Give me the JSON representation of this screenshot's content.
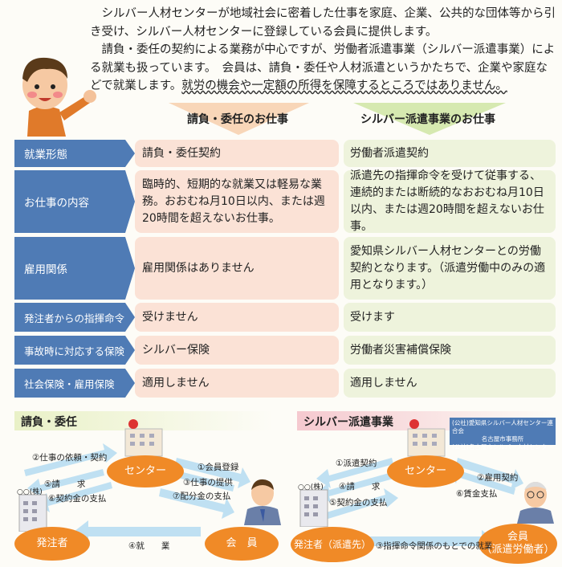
{
  "intro": {
    "para1": "シルバー人材センターが地域社会に密着した仕事を家庭、企業、公共的な団体等から引き受け、シルバー人材センターに登録している会員に提供します。",
    "para2_a": "請負・委任の契約による業務が中心ですが、労働者派遣事業（シルバー派遣事業）による就業も扱っています。　会員は、請負・委任や人材派遣というかたちで、企業や家庭などで就業します。",
    "para2_b": "就労の機会や一定額の所得を保障するところではありません。"
  },
  "columns": {
    "col1": "請負・委任のお仕事",
    "col2": "シルバー派遣事業のお仕事"
  },
  "rows": [
    {
      "label": "就業形態",
      "col1": "請負・委任契約",
      "col2": "労働者派遣契約"
    },
    {
      "label": "お仕事の内容",
      "col1": "臨時的、短期的な就業又は軽易な業務。おおむね月10日以内、または週20時間を超えないお仕事。",
      "col2": "派遣先の指揮命令を受けて従事する、連続的または断続的なおおむね月10日以内、または週20時間を超えないお仕事。"
    },
    {
      "label": "雇用関係",
      "col1": "雇用関係はありません",
      "col2": "愛知県シルバー人材センターとの労働契約となります。（派遣労働中のみの適用となります。）"
    },
    {
      "label": "発注者からの指揮命令",
      "col1": "受けません",
      "col2": "受けます"
    },
    {
      "label": "事故時に対応する保険",
      "col1": "シルバー保険",
      "col2": "労働者災害補償保険"
    },
    {
      "label": "社会保険・雇用保険",
      "col1": "適用しません",
      "col2": "適用しません"
    }
  ],
  "diagram1": {
    "title": "請負・委任",
    "center": "センター",
    "orderer": "発注者",
    "member": "会　員",
    "building_sign": "○○(株)",
    "edges": {
      "e2": "②仕事の依頼・契約",
      "e5": "⑤請　　求",
      "e6": "⑥契約金の支払",
      "e1": "①会員登録",
      "e3": "③仕事の提供",
      "e7": "⑦配分金の支払",
      "e4": "④就　　業"
    }
  },
  "diagram2": {
    "title": "シルバー派遣事業",
    "center": "センター",
    "orderer": "発注者（派遣先）",
    "member_line1": "会員",
    "member_line2": "（派遣労働者）",
    "building_sign": "○○(株)",
    "sign_text": [
      "(公社)愛知県シルバー人材センター連合会",
      "名古屋市事務所",
      "(公社)名古屋市シルバー人材センター"
    ],
    "edges": {
      "e1": "①派遣契約",
      "e4": "④請　　求",
      "e5": "⑤契約金の支払",
      "e2": "②雇用契約",
      "e6": "⑥賃金支払",
      "e3": "③指揮命令関係のもとでの就業"
    }
  },
  "colors": {
    "row_label": "#4f7bb5",
    "cell1": "#fbe2d6",
    "cell2": "#eef3dc",
    "node": "#f08a27",
    "arrow": "#bfe0f2"
  }
}
